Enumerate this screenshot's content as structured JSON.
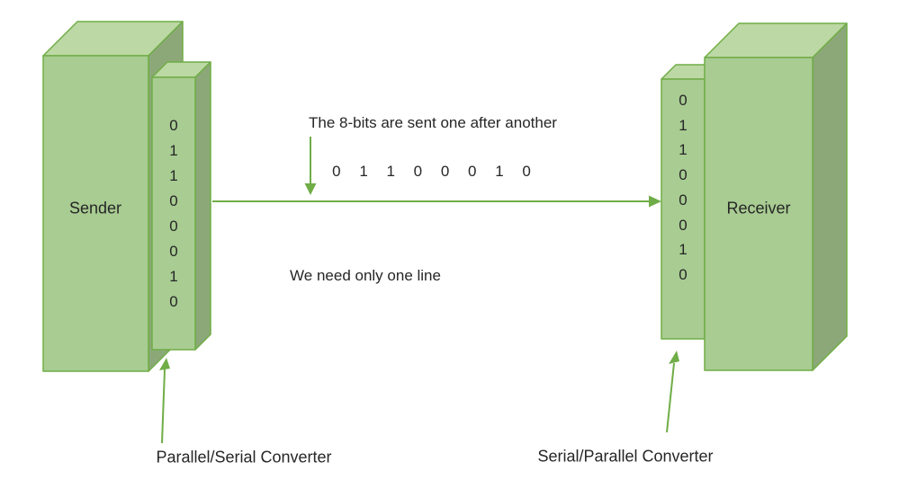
{
  "diagram": {
    "title_hint": "Serial transmission diagram",
    "sender": {
      "label": "Sender"
    },
    "receiver": {
      "label": "Receiver"
    },
    "sender_converter": {
      "bits": [
        "0",
        "1",
        "1",
        "0",
        "0",
        "0",
        "1",
        "0"
      ],
      "label": "Parallel/Serial Converter"
    },
    "receiver_converter": {
      "bits": [
        "0",
        "1",
        "1",
        "0",
        "0",
        "0",
        "1",
        "0"
      ],
      "label": "Serial/Parallel Converter"
    },
    "transmission": {
      "annotation_top": "The 8-bits are sent one after another",
      "bits_on_line": [
        "0",
        "1",
        "1",
        "0",
        "0",
        "0",
        "1",
        "0"
      ],
      "annotation_bottom": "We need only one line"
    },
    "colors": {
      "box_front": "#a8cc92",
      "box_top": "#bcd8a4",
      "box_side": "#8ca878",
      "outline": "#70ad47",
      "arrow": "#70ad47",
      "text": "#262626"
    }
  }
}
